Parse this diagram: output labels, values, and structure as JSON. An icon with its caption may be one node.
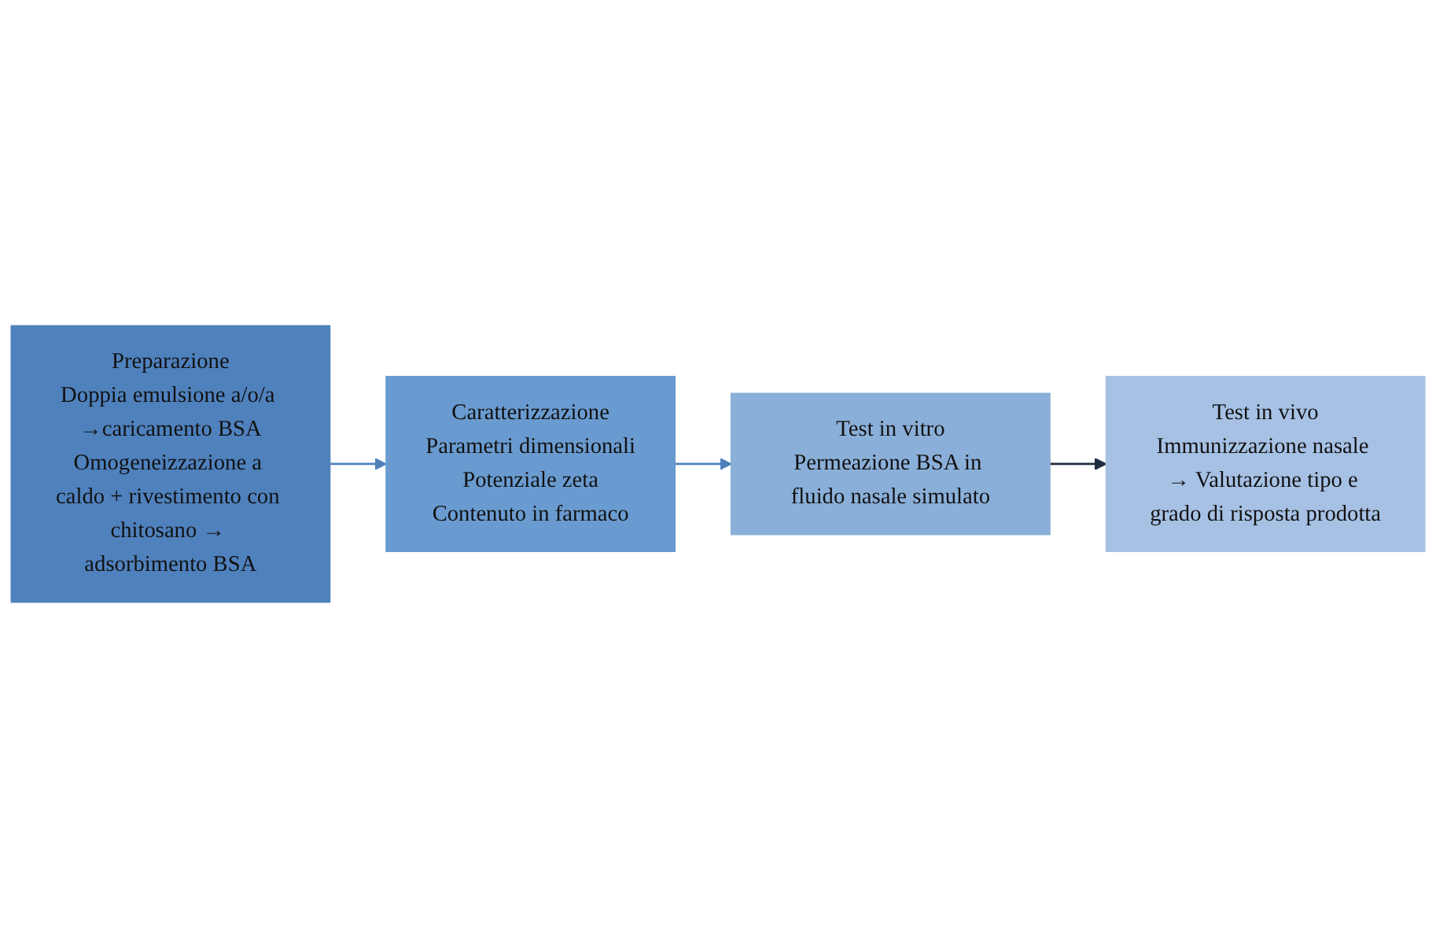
{
  "diagram": {
    "nodes": [
      {
        "text": [
          "Preparazione",
          "Doppia emulsione a/o/a →caricamento BSA",
          "Omogeneizzazione a caldo + rivestimento con chitosano → adsorbimento BSA"
        ]
      },
      {
        "text": [
          "Caratterizzazione",
          "Parametri dimensionali",
          "Potenziale zeta",
          "Contenuto in farmaco"
        ]
      },
      {
        "text": [
          "Test in vitro",
          "Permeazione BSA in fluido nasale simulato"
        ]
      },
      {
        "text": [
          "Test in vivo",
          "Immunizzazione nasale → Valutazione tipo e grado di risposta prodotta"
        ]
      }
    ],
    "edges": [
      {
        "from": 0,
        "to": 1,
        "arrow": "to"
      },
      {
        "from": 1,
        "to": 2,
        "arrow": "to"
      },
      {
        "from": 2,
        "to": 3,
        "arrow": "to",
        "color": "#1f2d40"
      }
    ]
  }
}
